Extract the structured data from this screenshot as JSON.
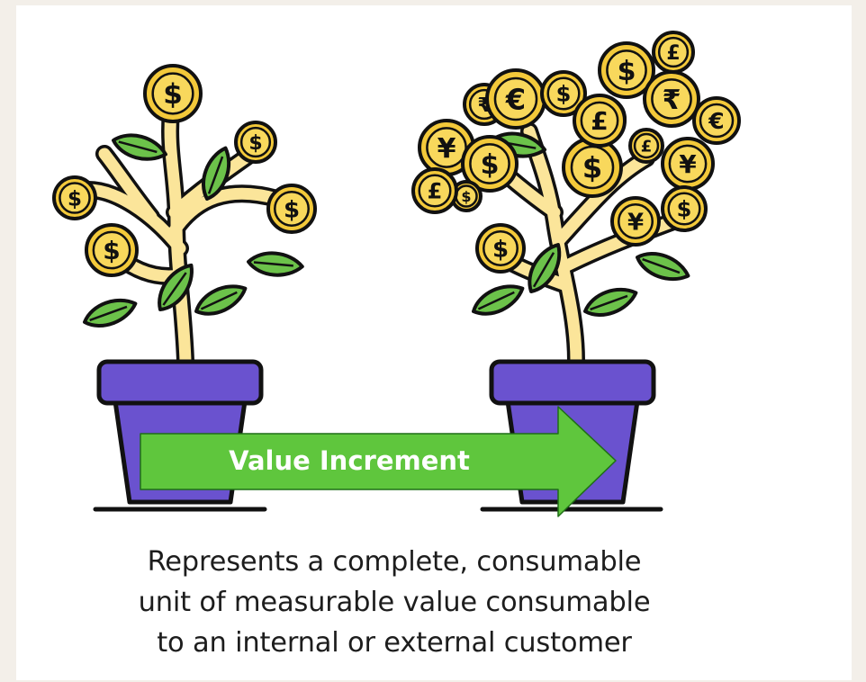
{
  "arrow": {
    "label": "Value Increment",
    "fill_color": "#5fc63d",
    "text_color": "#ffffff"
  },
  "caption": {
    "lines": [
      "Represents a complete, consumable",
      "unit of measurable value consumable",
      "to an internal or external customer"
    ]
  },
  "palette": {
    "pot": "#6a52cf",
    "trunk": "#fbe59a",
    "leaf": "#6cc24a",
    "coin": "#f3c93a",
    "coin_inner": "#f8d85c",
    "outline": "#111111",
    "background": "#ffffff",
    "frame": "#f3efe9"
  },
  "coins": {
    "small_plant": [
      "$",
      "$",
      "$",
      "$",
      "$"
    ],
    "large_plant": [
      "₹",
      "€",
      "$",
      "$",
      "£",
      "₹",
      "€",
      "¥",
      "$",
      "£",
      "$",
      "$",
      "£",
      "¥",
      "$",
      "£",
      "$",
      "¥",
      "$"
    ]
  }
}
